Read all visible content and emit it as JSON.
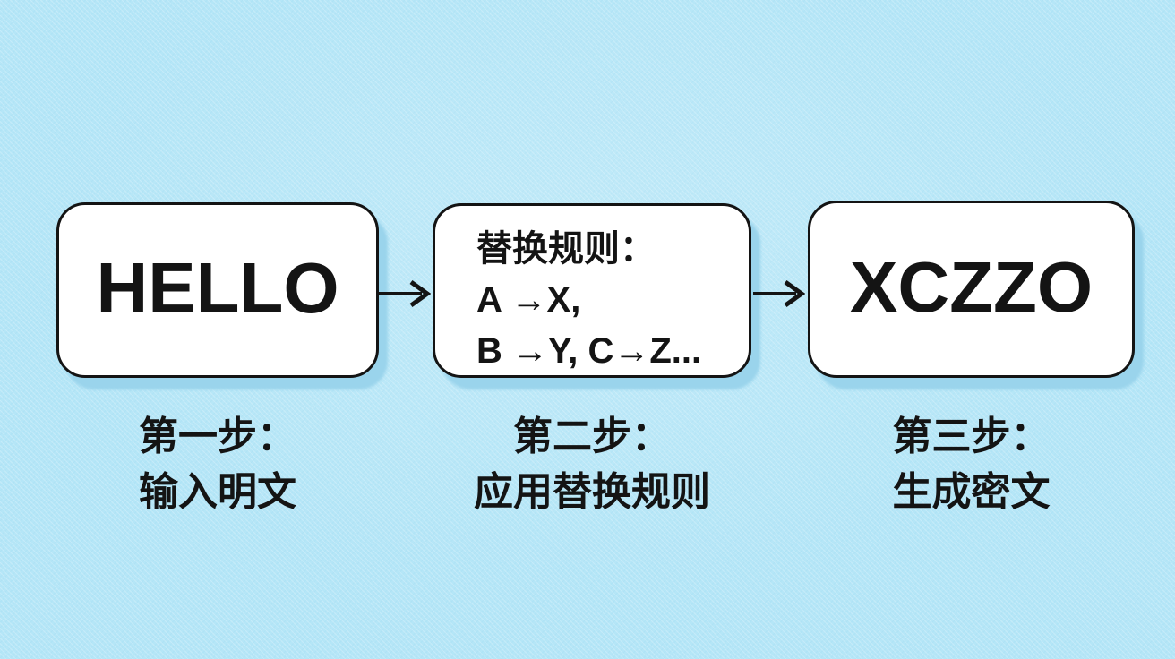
{
  "diagram": {
    "step1": {
      "box_label": "HELLO",
      "caption_line1": "第一步：",
      "caption_line2": "输入明文"
    },
    "step2": {
      "box_line1": "替换规则：",
      "box_line2": "A →X,",
      "box_line3": "B →Y, C→Z...",
      "caption_line1": "第二步：",
      "caption_line2": "应用替换规则"
    },
    "step3": {
      "box_label": "XCZZO",
      "caption_line1": "第三步：",
      "caption_line2": "生成密文"
    }
  },
  "icons": {
    "arrow_right": "→"
  },
  "colors": {
    "background": "#b5e6f7",
    "box_fill": "#ffffff",
    "box_border": "#141414",
    "box_shadow": "#9ad4ec",
    "text": "#141414"
  }
}
